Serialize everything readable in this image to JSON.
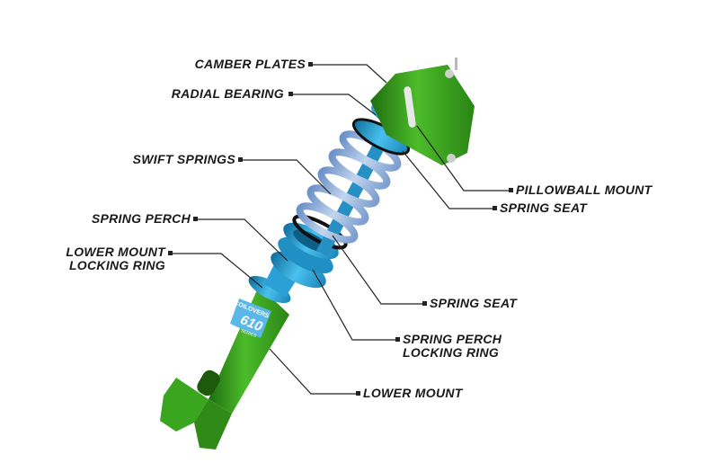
{
  "diagram": {
    "labels": {
      "camber_plates": "CAMBER PLATES",
      "radial_bearing": "RADIAL BEARING",
      "swift_springs": "SWIFT SPRINGS",
      "spring_perch": "SPRING PERCH",
      "lower_mount_locking_ring_1": "LOWER MOUNT",
      "lower_mount_locking_ring_2": "LOCKING RING",
      "pillowball_mount": "PILLOWBALL MOUNT",
      "spring_seat_upper": "SPRING SEAT",
      "spring_seat_lower": "SPRING SEAT",
      "spring_perch_locking_ring_1": "SPRING PERCH",
      "spring_perch_locking_ring_2": "LOCKING RING",
      "lower_mount": "LOWER MOUNT"
    },
    "decal": {
      "brand": "COILOVERS",
      "model": "610",
      "series": "SERIES"
    },
    "colors": {
      "mount_green": "#3da11f",
      "body_blue": "#2fa6d8",
      "spring_blue": "#8fb3dd",
      "label_text": "#1a1a1a",
      "leader_line": "#222222"
    }
  }
}
